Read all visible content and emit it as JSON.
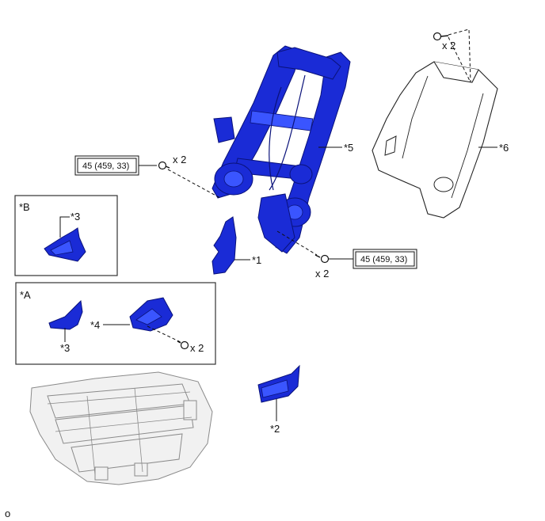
{
  "labels": {
    "part1": "*1",
    "part2": "*2",
    "part3_b": "*3",
    "part3_a": "*3",
    "part4": "*4",
    "part5": "*5",
    "part6": "*6",
    "groupA": "*A",
    "groupB": "*B"
  },
  "quantities": {
    "bolt_left": "x 2",
    "bolt_right": "x 2",
    "screw_top": "x 2",
    "screw_a": "x 2"
  },
  "torque": {
    "left": "45 (459, 33)",
    "right": "45 (459, 33)"
  },
  "footer": {
    "code": "o"
  },
  "colors": {
    "part_blue": "#1a2bd6",
    "outline": "#222222",
    "reference_gray": "#8a8a8a"
  }
}
